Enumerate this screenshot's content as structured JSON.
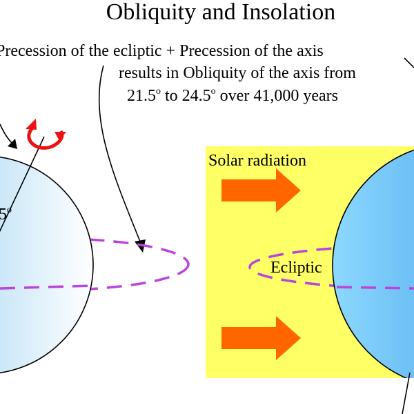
{
  "title": "Obliquity and Insolation",
  "caption": {
    "line1": "Precession of the ecliptic + Precession of the axis",
    "line2": "results in Obliquity of the axis from",
    "line3_a": "21.5",
    "line3_sup1": "o",
    "line3_b": " to 24.5",
    "line3_sup2": "o",
    "line3_c": " over 41,000 years"
  },
  "left_globe": {
    "angle_label": "5",
    "angle_sup": "o"
  },
  "right_panel": {
    "solar_label": "Solar radiation",
    "ecliptic_label": "Ecliptic"
  },
  "colors": {
    "panel_bg": "#ffff66",
    "arrow": "#ff6600",
    "ecliptic": "#bb44dd",
    "rotation_arrow": "#ee1111",
    "globe_light": "#ffffff",
    "globe_dark": "#88ccf0"
  },
  "icons": {
    "solar_arrow": "right-arrow-icon",
    "rotation": "counterclockwise-rotation-icon"
  }
}
